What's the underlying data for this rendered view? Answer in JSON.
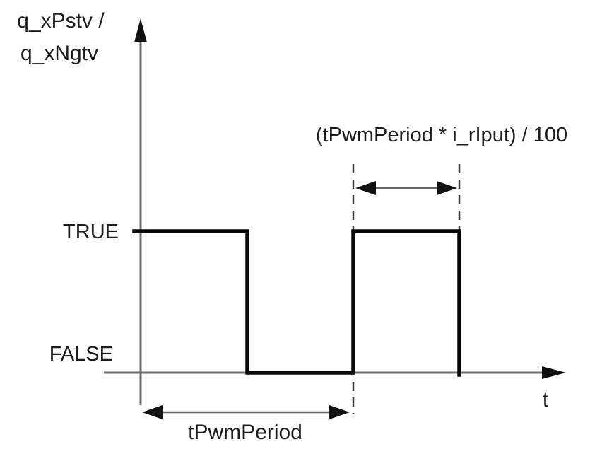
{
  "diagram": {
    "y_axis": {
      "label_line1": "q_xPstv /",
      "label_line2": "q_xNgtv"
    },
    "x_axis": {
      "label": "t"
    },
    "levels": {
      "high": "TRUE",
      "low": "FALSE"
    },
    "annotations": {
      "pulse_width_formula": "(tPwmPeriod * i_rIput) / 100",
      "period_label": "tPwmPeriod"
    },
    "colors": {
      "waveform": "#0a0a0a",
      "axis": "#6e6e6e",
      "dashed_guide": "#3a3a3a",
      "arrow_shaft": "#666666",
      "arrow_head": "#111111",
      "text": "#1c1c1c",
      "background": "#ffffff"
    },
    "waveform_data": {
      "type": "square-wave-timing",
      "signal_name": "q_xPstv / q_xNgtv",
      "value_levels": [
        "FALSE",
        "TRUE"
      ],
      "sequence": [
        {
          "level": "TRUE",
          "duration_fraction_of_period": 0.5
        },
        {
          "level": "FALSE",
          "duration_fraction_of_period": 0.5
        },
        {
          "level": "TRUE",
          "duration_label": "(tPwmPeriod * i_rIput) / 100"
        }
      ],
      "period_label": "tPwmPeriod",
      "period_spans": "one full TRUE+FALSE cycle starting at t=0",
      "time_axis_label": "t"
    }
  }
}
